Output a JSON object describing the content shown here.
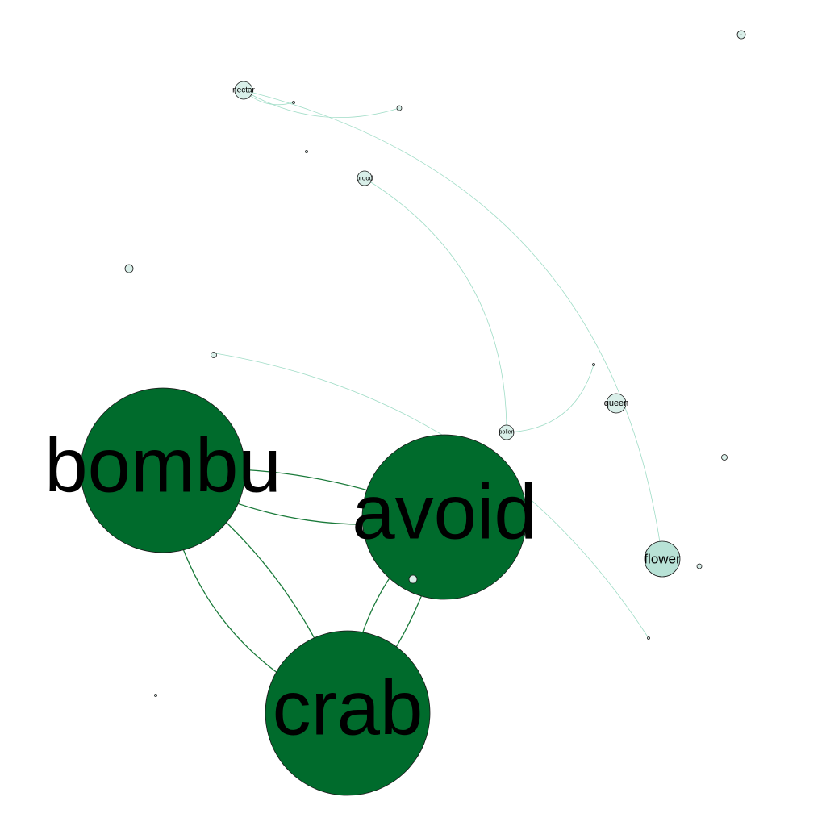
{
  "colors": {
    "strong_node": "#006b2c",
    "strong_edge": "#1a7a3a",
    "weak_node": "#d9efe9",
    "weak_node_mid": "#b8e2d6",
    "weak_edge": "#9fdcc6",
    "background": "#ffffff"
  },
  "graph": {
    "nodes": [
      {
        "id": "bombu",
        "label": "bombu",
        "group": "strong"
      },
      {
        "id": "avoid",
        "label": "avoid",
        "group": "strong"
      },
      {
        "id": "crab",
        "label": "crab",
        "group": "strong"
      },
      {
        "id": "nectar",
        "label": "nectar",
        "group": "weak"
      },
      {
        "id": "brood",
        "label": "brood",
        "group": "weak"
      },
      {
        "id": "queen",
        "label": "queen",
        "group": "weak"
      },
      {
        "id": "flower",
        "label": "flower",
        "group": "weak"
      },
      {
        "id": "pollen",
        "label": "pollen",
        "group": "weak"
      },
      {
        "id": "n_top_right",
        "label": "",
        "group": "tiny"
      },
      {
        "id": "n_a",
        "label": "",
        "group": "tiny"
      },
      {
        "id": "n_b",
        "label": "",
        "group": "tiny"
      },
      {
        "id": "n_c",
        "label": "",
        "group": "tiny"
      },
      {
        "id": "n_d",
        "label": "",
        "group": "tiny"
      },
      {
        "id": "n_e",
        "label": "",
        "group": "tiny"
      },
      {
        "id": "n_f",
        "label": "",
        "group": "tiny"
      },
      {
        "id": "n_g",
        "label": "",
        "group": "tiny"
      },
      {
        "id": "n_h",
        "label": "",
        "group": "tiny"
      },
      {
        "id": "n_i",
        "label": "",
        "group": "tiny"
      },
      {
        "id": "n_j",
        "label": "",
        "group": "tiny"
      },
      {
        "id": "n_k",
        "label": "",
        "group": "tiny"
      },
      {
        "id": "n_l",
        "label": "",
        "group": "tiny"
      },
      {
        "id": "n_m",
        "label": "",
        "group": "tiny"
      }
    ],
    "edges": [
      {
        "source": "bombu",
        "target": "avoid",
        "type": "strong"
      },
      {
        "source": "bombu",
        "target": "avoid",
        "type": "strong"
      },
      {
        "source": "bombu",
        "target": "crab",
        "type": "strong"
      },
      {
        "source": "bombu",
        "target": "crab",
        "type": "strong"
      },
      {
        "source": "avoid",
        "target": "crab",
        "type": "strong"
      },
      {
        "source": "avoid",
        "target": "crab",
        "type": "strong"
      },
      {
        "source": "nectar",
        "target": "flower",
        "type": "weak"
      },
      {
        "source": "nectar",
        "target": "n_c",
        "type": "weak"
      },
      {
        "source": "nectar",
        "target": "n_b",
        "type": "weak"
      },
      {
        "source": "brood",
        "target": "pollen",
        "type": "weak"
      },
      {
        "source": "pollen",
        "target": "n_g",
        "type": "weak"
      },
      {
        "source": "n_f",
        "target": "n_k",
        "type": "weak"
      }
    ]
  }
}
